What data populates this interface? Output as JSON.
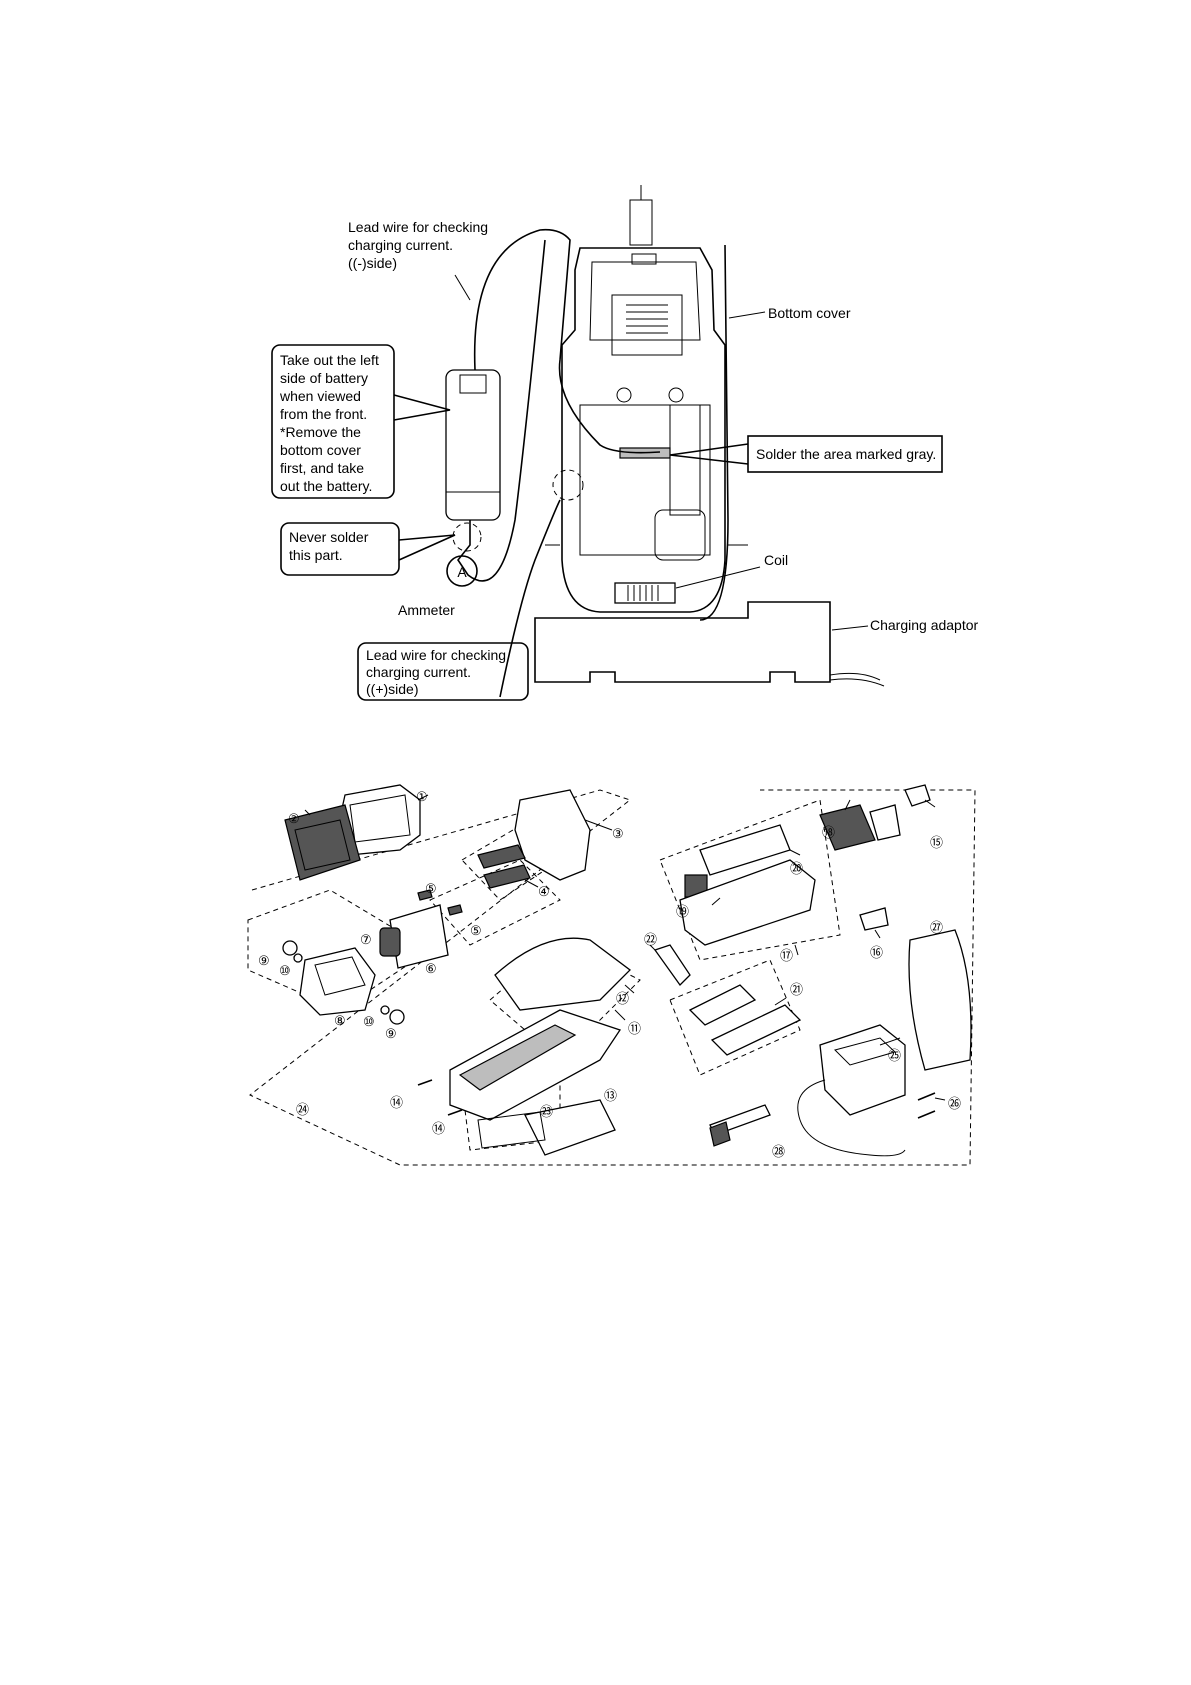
{
  "charging_diagram": {
    "callouts": {
      "lead_wire_minus": [
        "Lead wire for checking",
        "charging current.",
        "((-)side)"
      ],
      "take_out_battery": [
        "Take out the left",
        "side of battery",
        "when viewed",
        "from the front.",
        "*Remove the",
        " bottom cover",
        " first, and take",
        " out the battery."
      ],
      "never_solder": [
        "Never solder",
        "this part."
      ],
      "ammeter": "Ammeter",
      "ammeter_symbol": "A",
      "lead_wire_plus": [
        "Lead wire for checking",
        "charging current.",
        "((+)side)"
      ],
      "bottom_cover": "Bottom cover",
      "solder_gray": "Solder the area marked gray.",
      "coil": "Coil",
      "charging_adaptor": "Charging adaptor"
    }
  },
  "exploded_view": {
    "part_numbers": [
      "①",
      "②",
      "③",
      "④",
      "⑤",
      "⑤",
      "⑥",
      "⑦",
      "⑧",
      "⑨",
      "⑨",
      "⑩",
      "⑩",
      "⑪",
      "⑫",
      "⑬",
      "⑭",
      "⑭",
      "⑮",
      "⑯",
      "⑰",
      "⑱",
      "⑲",
      "⑳",
      "㉑",
      "㉒",
      "㉓",
      "㉔",
      "㉕",
      "㉖",
      "㉗",
      "㉘"
    ]
  }
}
